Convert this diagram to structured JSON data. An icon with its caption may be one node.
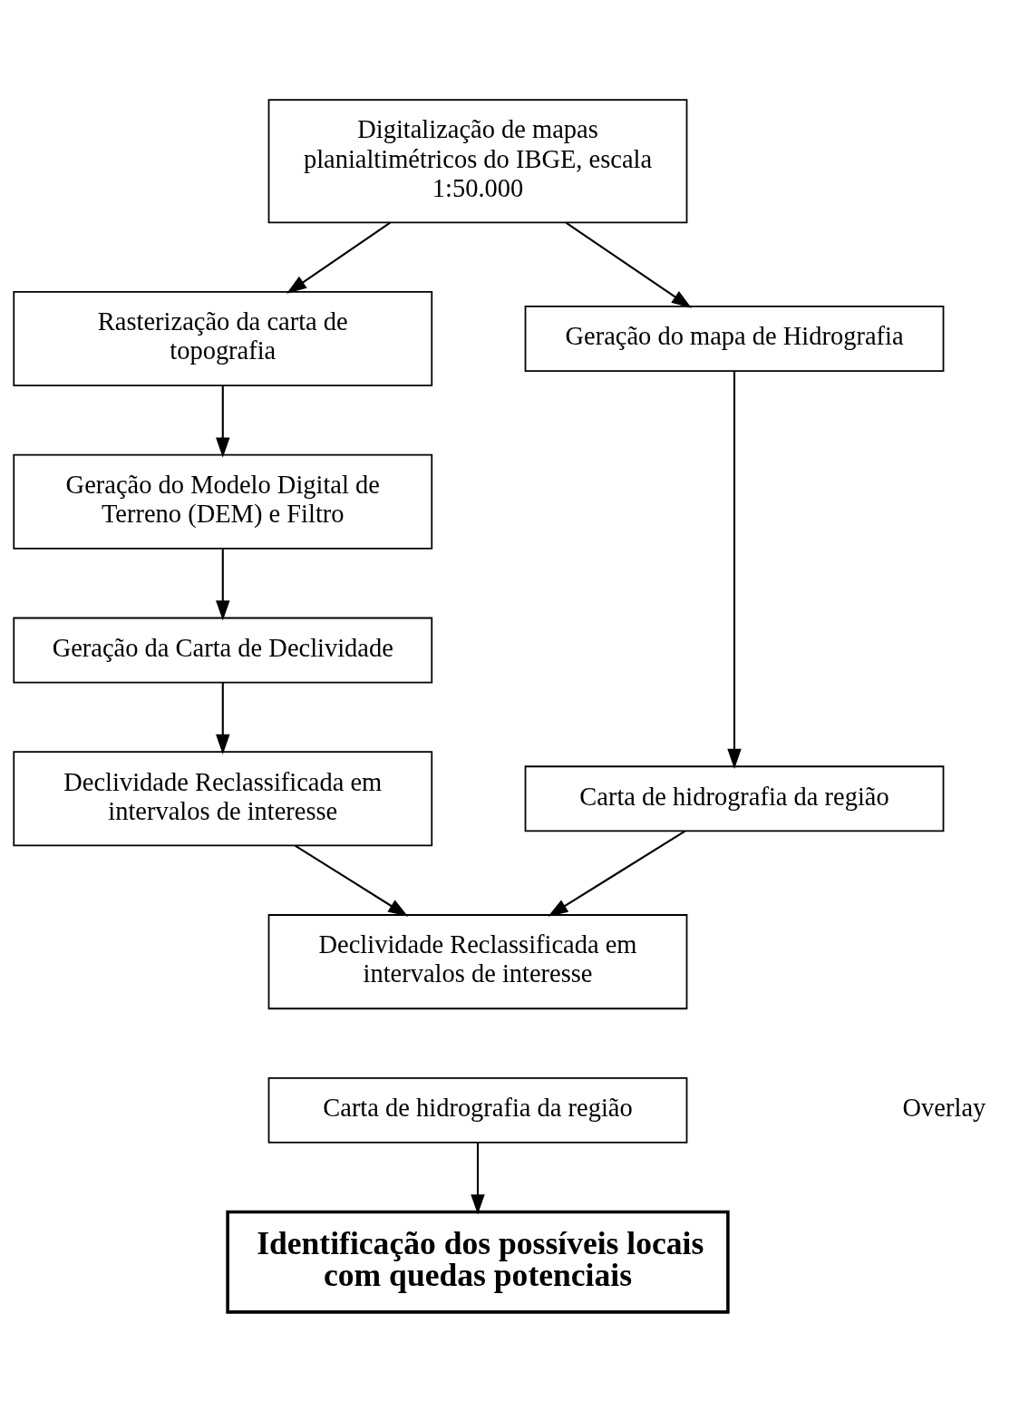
{
  "diagram": {
    "nodes": [
      {
        "text": [
          "Digitalização de mapas planialtimétricos do IBGE, escala 1:50.000"
        ]
      },
      {
        "text": [
          "Rasterização da carta de topografia"
        ]
      },
      {
        "text": [
          "Geração do mapa de Hidrografia"
        ]
      },
      {
        "text": [
          "Geração do Modelo Digital de Terreno (DEM) e Filtro"
        ]
      },
      {
        "text": [
          "Geração da Carta de Declividade"
        ]
      },
      {
        "text": [
          "Declividade Reclassificada em intervalos de interesse"
        ]
      },
      {
        "text": [
          "Carta de hidrografia da região"
        ]
      },
      {
        "text": [
          "Declividade Reclassificada em intervalos de interesse"
        ]
      },
      {
        "text": [
          "Carta de hidrografia da região"
        ]
      },
      {
        "text": [
          "Identificação dos possíveis locais com quedas potenciais"
        ]
      }
    ],
    "edges": [
      {
        "from": 0,
        "to": 1,
        "arrow": "to"
      },
      {
        "from": 0,
        "to": 2,
        "arrow": "to"
      },
      {
        "from": 1,
        "to": 3,
        "arrow": "to"
      },
      {
        "from": 3,
        "to": 4,
        "arrow": "to"
      },
      {
        "from": 4,
        "to": 5,
        "arrow": "to"
      },
      {
        "from": 2,
        "to": 6,
        "arrow": "to"
      },
      {
        "from": 5,
        "to": 7,
        "arrow": "to"
      },
      {
        "from": 6,
        "to": 7,
        "arrow": "to"
      },
      {
        "from": 8,
        "to": 9,
        "arrow": "to"
      }
    ],
    "labels": [
      "Overlay"
    ]
  }
}
